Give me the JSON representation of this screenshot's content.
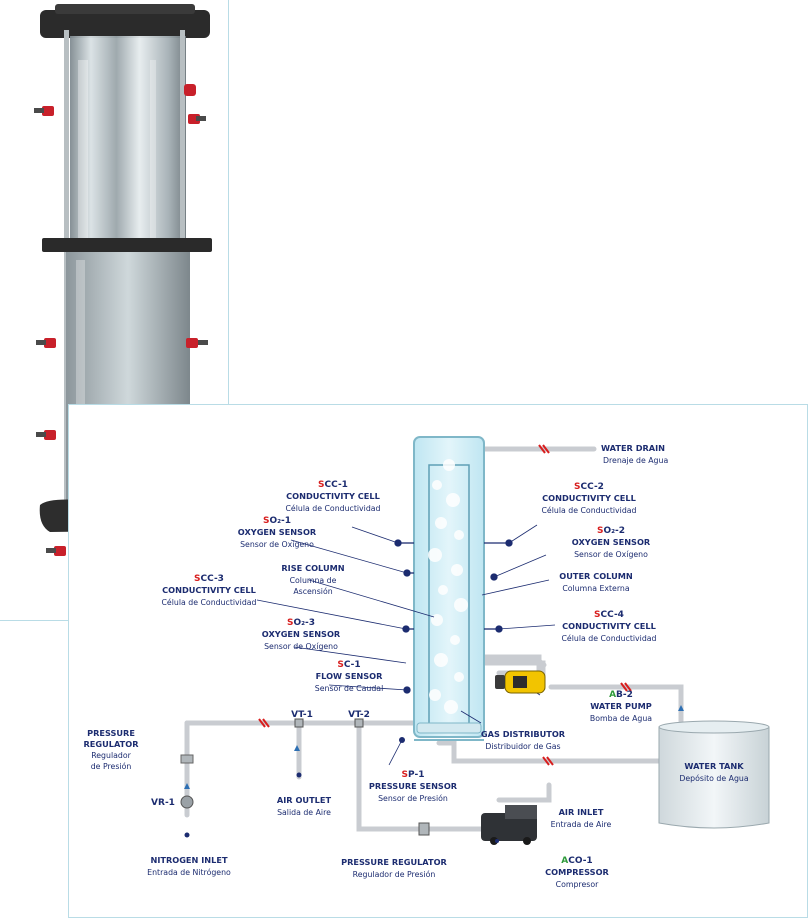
{
  "colors": {
    "navy": "#1c2c70",
    "red": "#d81e1e",
    "green": "#2e9a3a",
    "pipe": "#c9ccd1",
    "water": "#bfe6f2",
    "frame": "#b9dce6"
  },
  "labels": {
    "water_drain": {
      "code": "",
      "title": "WATER DRAIN",
      "sub": "Drenaje de Agua"
    },
    "scc1": {
      "code_letter": "S",
      "code_rest": "CC-1",
      "title": "CONDUCTIVITY CELL",
      "sub": "Célula de Conductividad"
    },
    "scc2": {
      "code_letter": "S",
      "code_rest": "CC-2",
      "title": "CONDUCTIVITY CELL",
      "sub": "Célula de Conductividad"
    },
    "so21": {
      "code_letter": "S",
      "code_rest": "O₂-1",
      "title": "OXYGEN SENSOR",
      "sub": "Sensor de Oxígeno"
    },
    "so22": {
      "code_letter": "S",
      "code_rest": "O₂-2",
      "title": "OXYGEN SENSOR",
      "sub": "Sensor de Oxígeno"
    },
    "rise": {
      "title": "RISE COLUMN",
      "sub1": "Columna de",
      "sub2": "Ascensión"
    },
    "outer": {
      "title": "OUTER COLUMN",
      "sub": "Columna Externa"
    },
    "scc3": {
      "code_letter": "S",
      "code_rest": "CC-3",
      "title": "CONDUCTIVITY CELL",
      "sub": "Célula de Conductividad"
    },
    "scc4": {
      "code_letter": "S",
      "code_rest": "CC-4",
      "title": "CONDUCTIVITY CELL",
      "sub": "Célula de Conductividad"
    },
    "so23": {
      "code_letter": "S",
      "code_rest": "O₂-3",
      "title": "OXYGEN SENSOR",
      "sub": "Sensor de Oxígeno"
    },
    "sc1": {
      "code_letter": "S",
      "code_rest": "C-1",
      "title": "FLOW SENSOR",
      "sub": "Sensor de Caudal"
    },
    "ab2": {
      "code_letter": "A",
      "code_rest": "B-2",
      "title": "WATER PUMP",
      "sub": "Bomba de Agua"
    },
    "pr_left": {
      "title1": "PRESSURE",
      "title2": "REGULATOR",
      "sub1": "Regulador",
      "sub2": "de Presión"
    },
    "vt1": {
      "text": "VT-1"
    },
    "vt2": {
      "text": "VT-2"
    },
    "gas": {
      "title": "GAS DISTRIBUTOR",
      "sub": "Distribuidor de Gas"
    },
    "sp1": {
      "code_letter": "S",
      "code_rest": "P-1",
      "title": "PRESSURE SENSOR",
      "sub": "Sensor de Presión"
    },
    "water_tank": {
      "title": "WATER TANK",
      "sub": "Depósito de Agua"
    },
    "vr1": {
      "text": "VR-1"
    },
    "air_outlet": {
      "title": "AIR OUTLET",
      "sub": "Salida de Aire"
    },
    "air_inlet": {
      "title": "AIR INLET",
      "sub": "Entrada de Aire"
    },
    "nitrogen": {
      "title": "NITROGEN INLET",
      "sub": "Entrada de Nitrógeno"
    },
    "pr_bottom": {
      "title": "PRESSURE REGULATOR",
      "sub": "Regulador de Presión"
    },
    "aco1": {
      "code_letter": "A",
      "code_rest": "CO-1",
      "title": "COMPRESSOR",
      "sub": "Compresor"
    }
  }
}
